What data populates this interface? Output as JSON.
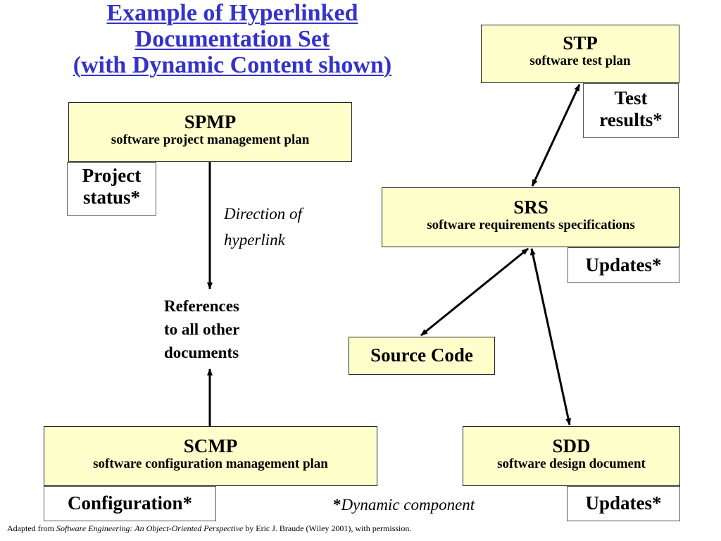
{
  "title": {
    "line1": "Example of Hyperlinked",
    "line2": "Documentation Set",
    "line3": "(with Dynamic Content shown)"
  },
  "colors": {
    "title": "#3333cc",
    "doc_fill": "#ffffcc",
    "dynamic_fill": "#ffffff",
    "arrow": "#000000"
  },
  "documents": {
    "stp": {
      "abbr": "STP",
      "full": "software test plan",
      "dynamic": [
        "Test",
        "results*"
      ]
    },
    "spmp": {
      "abbr": "SPMP",
      "full": "software project management plan",
      "dynamic": [
        "Project",
        "status*"
      ]
    },
    "srs": {
      "abbr": "SRS",
      "full": "software requirements specifications",
      "dynamic": [
        "Updates*"
      ]
    },
    "source": {
      "label": "Source Code"
    },
    "scmp": {
      "abbr": "SCMP",
      "full": "software configuration management plan",
      "dynamic": [
        "Configuration*"
      ]
    },
    "sdd": {
      "abbr": "SDD",
      "full": "software design document",
      "dynamic": [
        "Updates*"
      ]
    }
  },
  "annotations": {
    "direction": [
      "Direction of",
      "hyperlink"
    ],
    "references": [
      "References",
      "to all other",
      "documents"
    ],
    "legend_star": "*",
    "legend_text": "Dynamic component"
  },
  "links": [
    {
      "from": "spmp",
      "to": "references",
      "direction": "one-way"
    },
    {
      "from": "scmp",
      "to": "references",
      "direction": "one-way"
    },
    {
      "from": "stp",
      "to": "srs",
      "direction": "two-way"
    },
    {
      "from": "srs",
      "to": "source",
      "direction": "two-way"
    },
    {
      "from": "srs",
      "to": "sdd",
      "direction": "two-way"
    }
  ],
  "footer": {
    "prefix": "Adapted from ",
    "book": "Software Engineering: An Object-Oriented Perspective",
    "suffix": " by Eric J. Braude (Wiley 2001), with permission."
  }
}
